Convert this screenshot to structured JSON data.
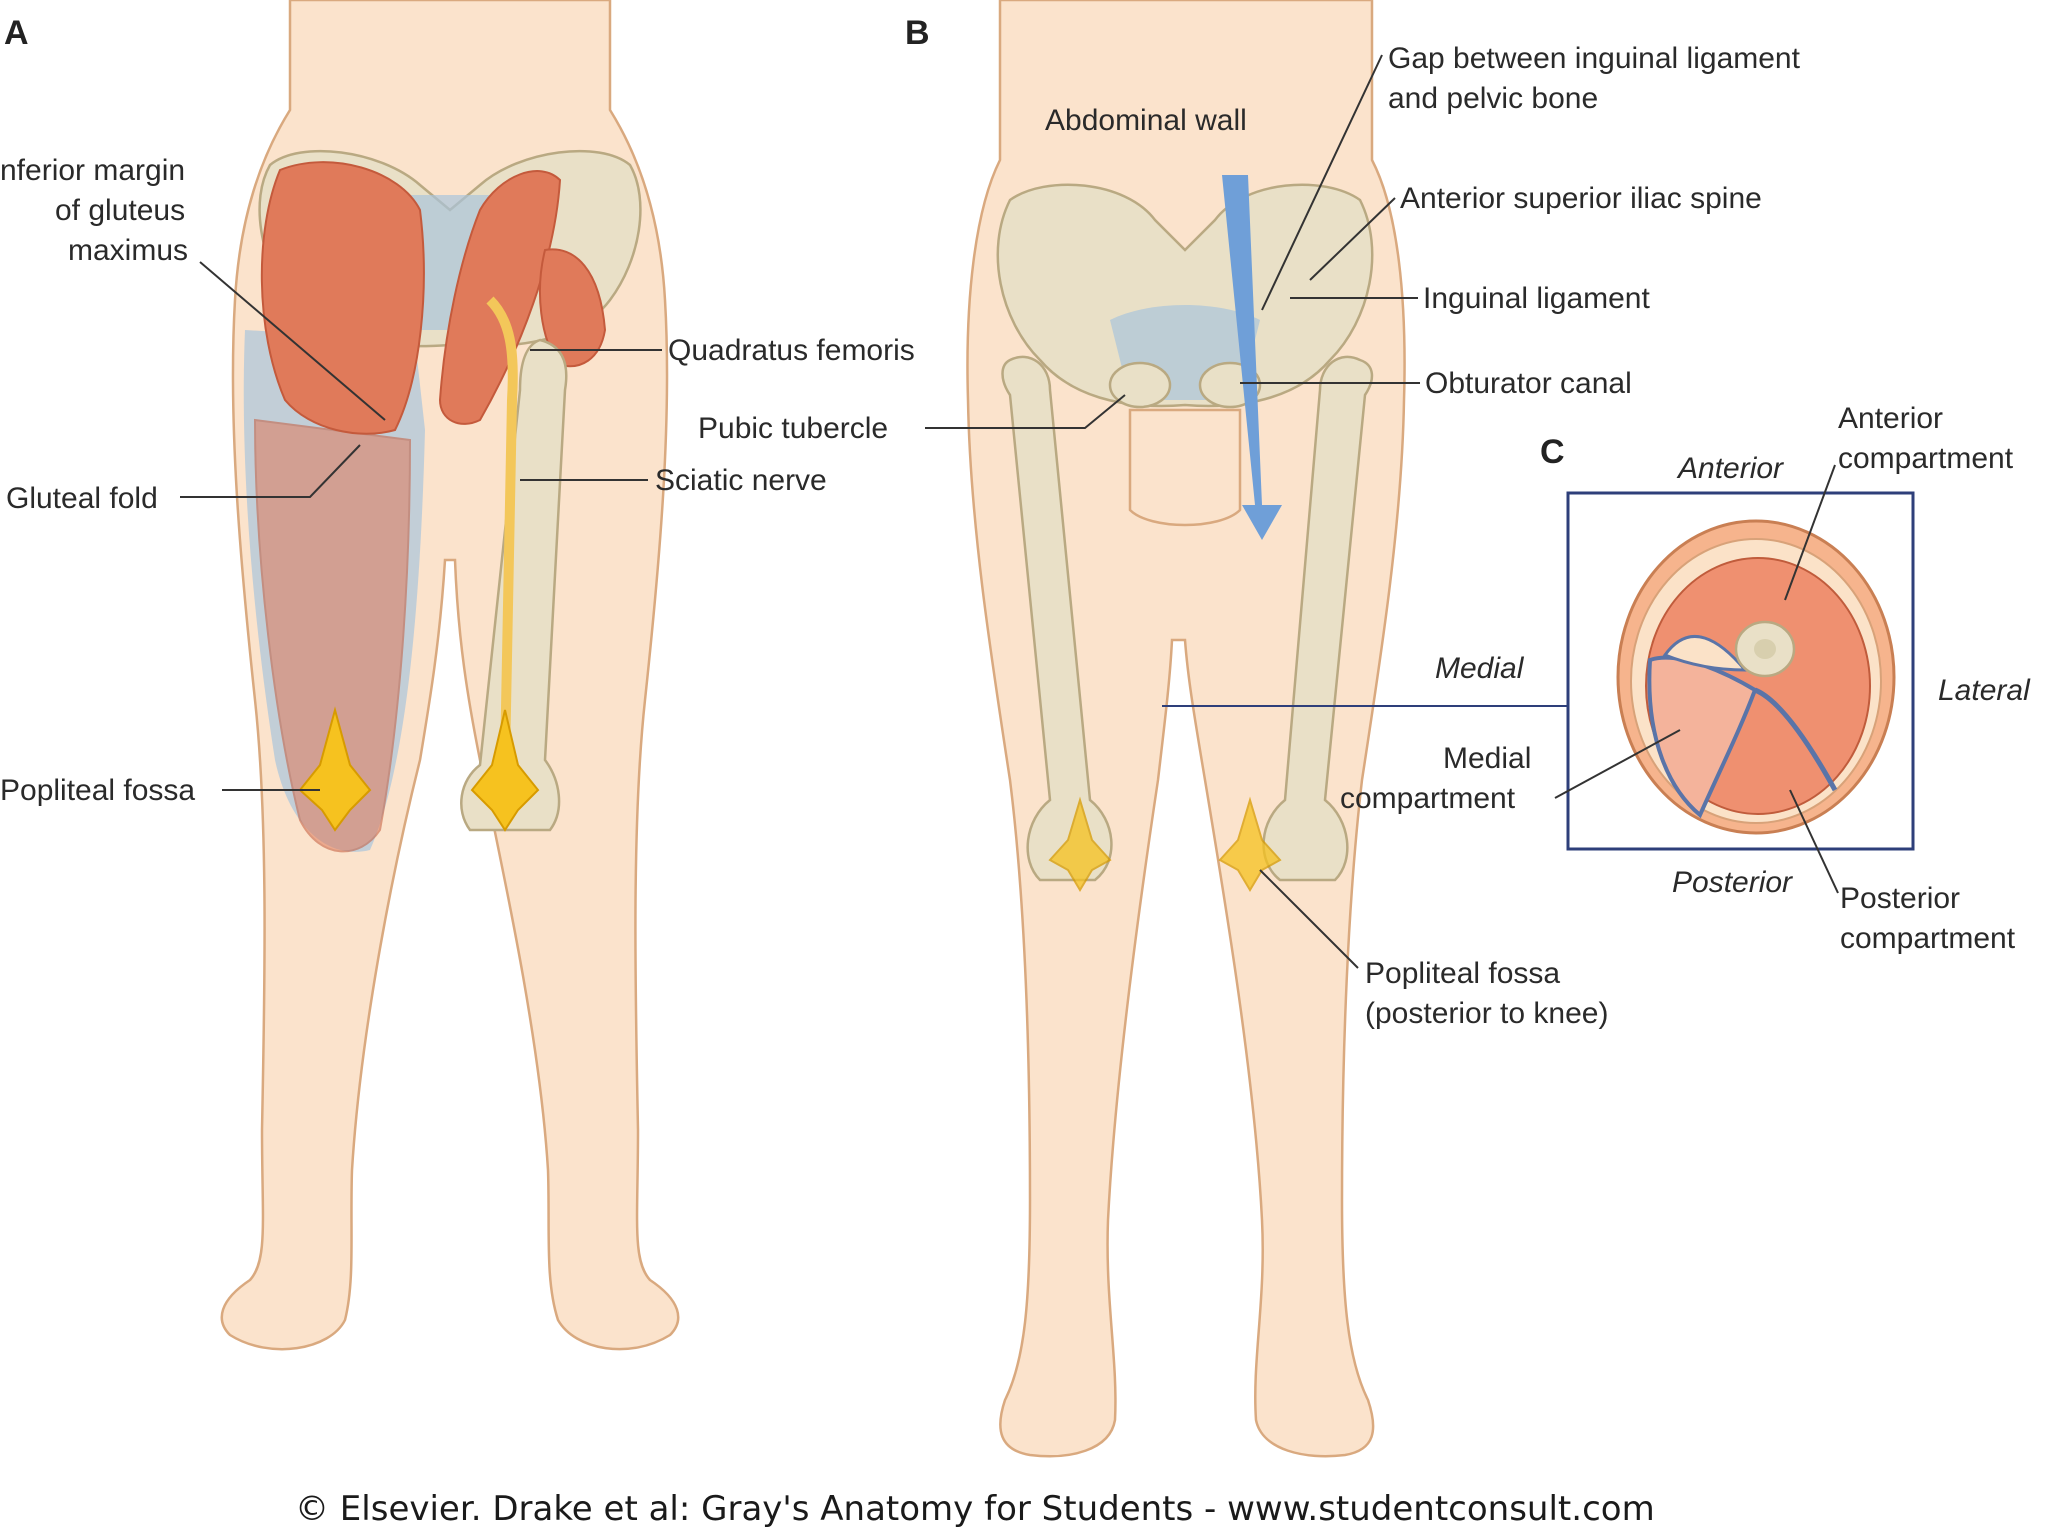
{
  "panels": {
    "a": {
      "letter": "A",
      "labels": {
        "inferior_margin_1": "nferior margin",
        "inferior_margin_2": "of gluteus",
        "inferior_margin_3": "maximus",
        "quadratus_femoris": "Quadratus femoris",
        "gluteal_fold": "Gluteal fold",
        "sciatic_nerve": "Sciatic nerve",
        "popliteal_fossa": "Popliteal fossa"
      }
    },
    "b": {
      "letter": "B",
      "labels": {
        "abdominal_wall": "Abdominal wall",
        "gap_1": "Gap between inguinal ligament",
        "gap_2": "and pelvic bone",
        "asis": "Anterior superior iliac spine",
        "inguinal_ligament": "Inguinal ligament",
        "obturator_canal": "Obturator canal",
        "pubic_tubercle": "Pubic tubercle",
        "popliteal_fossa_1": "Popliteal fossa",
        "popliteal_fossa_2": "(posterior to knee)"
      }
    },
    "c": {
      "letter": "C",
      "orientation": {
        "anterior": "Anterior",
        "posterior": "Posterior",
        "medial": "Medial",
        "lateral": "Lateral"
      },
      "labels": {
        "anterior_compartment_1": "Anterior",
        "anterior_compartment_2": "compartment",
        "medial_compartment_1": "Medial",
        "medial_compartment_2": "compartment",
        "posterior_compartment_1": "Posterior",
        "posterior_compartment_2": "compartment"
      }
    }
  },
  "credit": "© Elsevier. Drake et al: Gray's Anatomy for Students - www.studentconsult.com",
  "colors": {
    "skin": "#fbe3cc",
    "muscle": "#e07a5a",
    "bone": "#e9e0c7",
    "fascia": "#a9c4dc",
    "popliteal_fossa": "#f6c21f",
    "arrow": "#6f9fd8",
    "box": "#2e3f7a"
  }
}
